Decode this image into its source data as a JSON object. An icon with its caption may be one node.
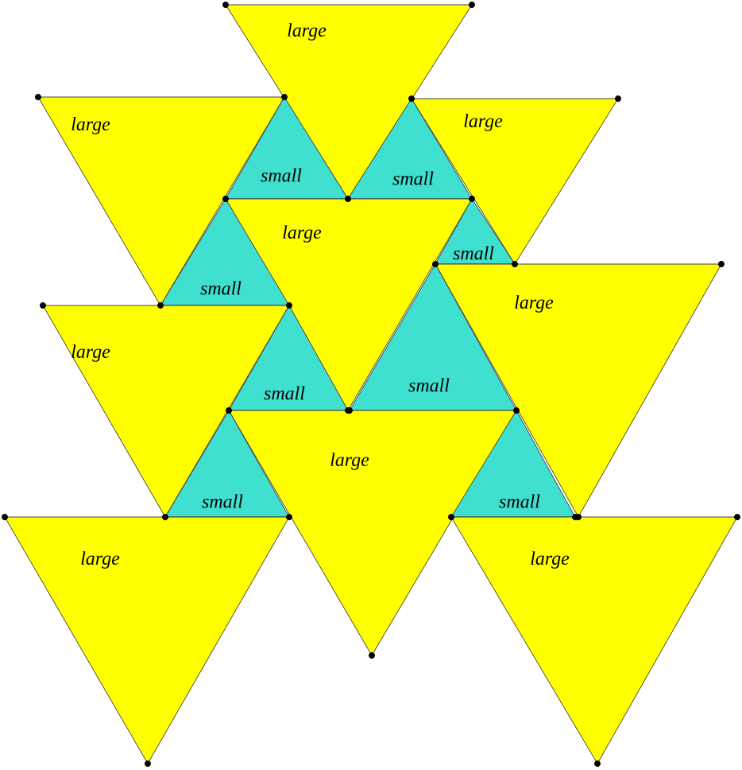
{
  "diagram": {
    "nodes": [
      {
        "text": [
          "large"
        ]
      },
      {
        "text": [
          "large"
        ]
      },
      {
        "text": [
          "large"
        ]
      },
      {
        "text": [
          "small"
        ]
      },
      {
        "text": [
          "small"
        ]
      },
      {
        "text": [
          "large"
        ]
      },
      {
        "text": [
          "small"
        ]
      },
      {
        "text": [
          "small"
        ]
      },
      {
        "text": [
          "large"
        ]
      },
      {
        "text": [
          "large"
        ]
      },
      {
        "text": [
          "small"
        ]
      },
      {
        "text": [
          "small"
        ]
      },
      {
        "text": [
          "large"
        ]
      },
      {
        "text": [
          "small"
        ]
      },
      {
        "text": [
          "small"
        ]
      },
      {
        "text": [
          "large"
        ]
      },
      {
        "text": [
          "large"
        ]
      }
    ]
  }
}
